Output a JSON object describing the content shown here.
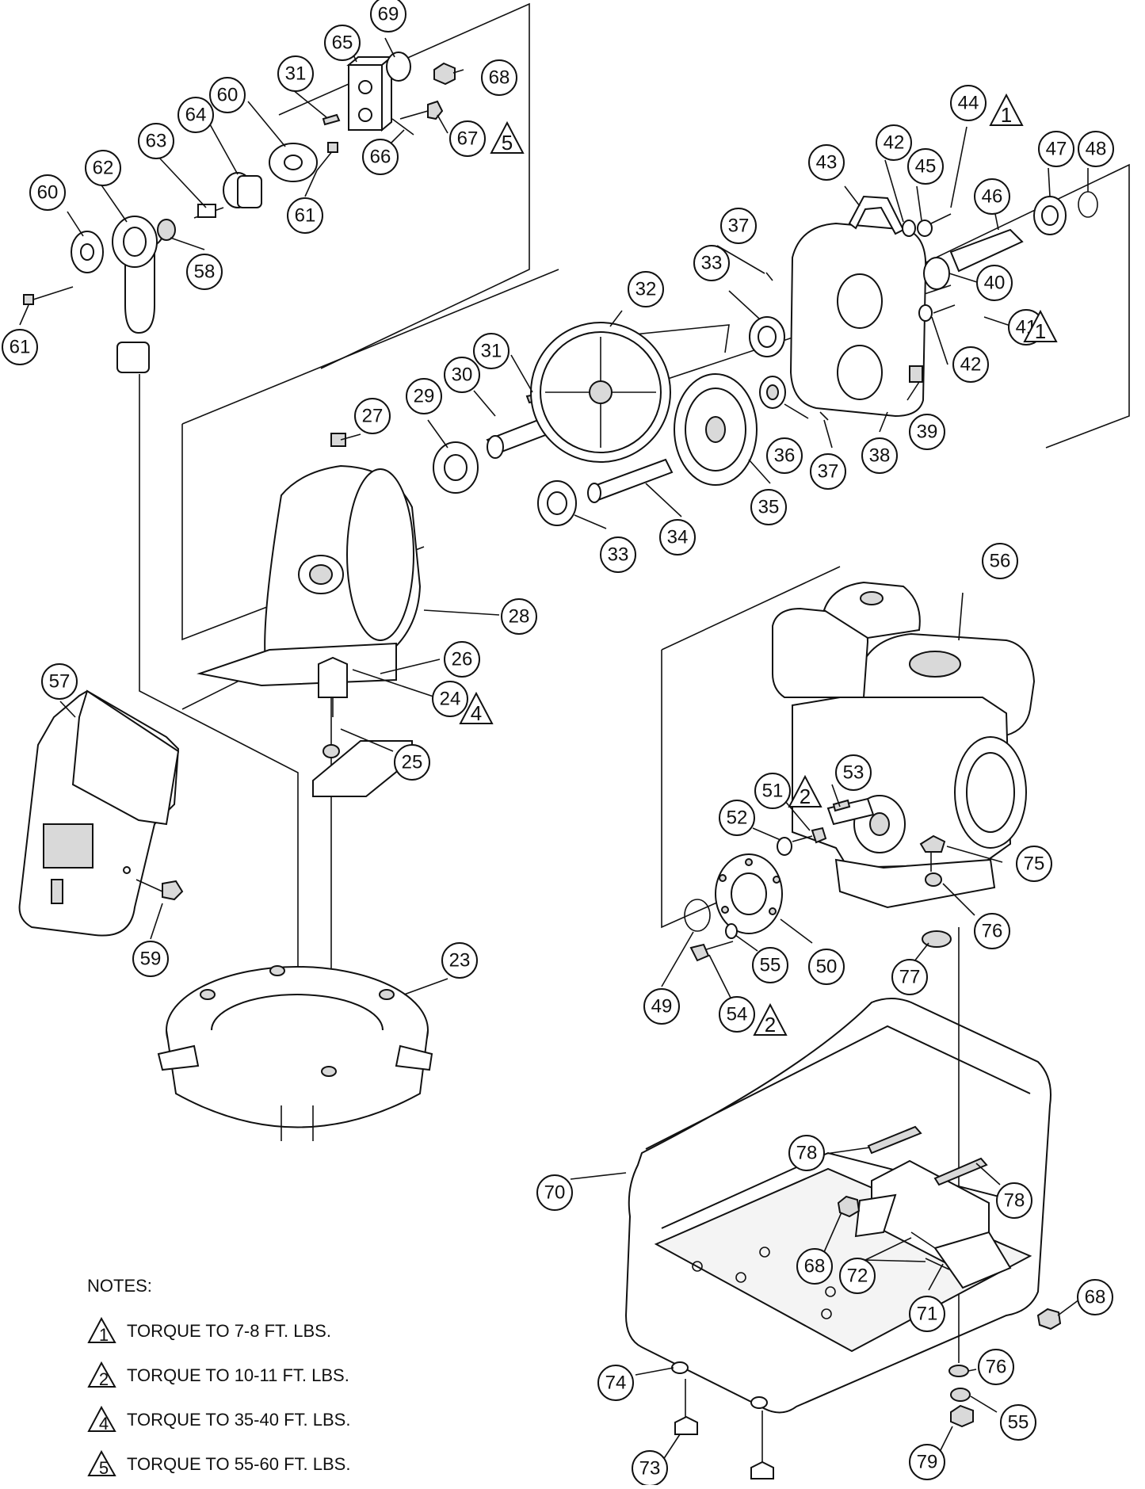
{
  "callouts": [
    "23",
    "24",
    "25",
    "26",
    "27",
    "28",
    "29",
    "30",
    "31",
    "31",
    "32",
    "33",
    "33",
    "34",
    "35",
    "36",
    "37",
    "37",
    "38",
    "39",
    "40",
    "41",
    "42",
    "42",
    "43",
    "44",
    "45",
    "46",
    "47",
    "48",
    "49",
    "50",
    "51",
    "52",
    "53",
    "54",
    "55",
    "55",
    "56",
    "57",
    "58",
    "59",
    "60",
    "60",
    "61",
    "61",
    "62",
    "63",
    "64",
    "65",
    "66",
    "67",
    "68",
    "68",
    "68",
    "69",
    "70",
    "71",
    "72",
    "73",
    "74",
    "75",
    "76",
    "76",
    "77",
    "78",
    "78",
    "79"
  ],
  "torque_flags": [
    "1",
    "1",
    "2",
    "2",
    "4",
    "5"
  ],
  "notes": {
    "heading": "NOTES:",
    "items": [
      {
        "flag": "1",
        "text": "TORQUE TO 7-8 FT. LBS."
      },
      {
        "flag": "2",
        "text": "TORQUE TO 10-11 FT. LBS."
      },
      {
        "flag": "4",
        "text": "TORQUE TO 35-40 FT. LBS."
      },
      {
        "flag": "5",
        "text": "TORQUE TO 55-60 FT. LBS."
      }
    ]
  }
}
